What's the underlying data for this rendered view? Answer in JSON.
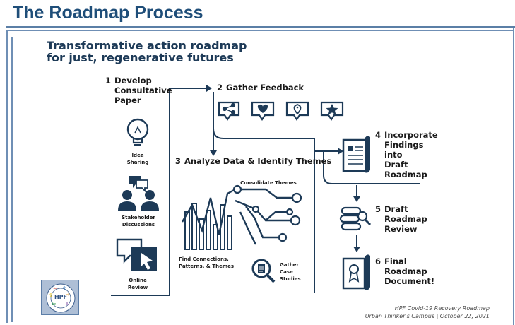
{
  "slide": {
    "title": "The Roadmap Process"
  },
  "heading": {
    "line1": "Transformative action roadmap",
    "line2": "for just, regenerative futures"
  },
  "steps": [
    {
      "num": "1",
      "lines": [
        "Develop",
        "Consultative",
        "Paper"
      ]
    },
    {
      "num": "2",
      "lines": [
        "Gather Feedback"
      ]
    },
    {
      "num": "3",
      "lines": [
        "Analyze Data & Identify Themes"
      ]
    },
    {
      "num": "4",
      "lines": [
        "Incorporate",
        "Findings",
        "into",
        "Draft",
        "Roadmap"
      ]
    },
    {
      "num": "5",
      "lines": [
        "Draft",
        "Roadmap",
        "Review"
      ]
    },
    {
      "num": "6",
      "lines": [
        "Final",
        "Roadmap",
        "Document!"
      ]
    }
  ],
  "step1_items": [
    {
      "icon": "lightbulb-icon",
      "lines": [
        "Idea",
        "Sharing"
      ]
    },
    {
      "icon": "people-discussion-icon",
      "lines": [
        "Stakeholder",
        "Discussions"
      ]
    },
    {
      "icon": "online-chat-icon",
      "lines": [
        "Online",
        "Review"
      ]
    }
  ],
  "feedback_icons": [
    "share-icon",
    "heart-icon",
    "location-pin-icon",
    "star-icon"
  ],
  "step3_labels": {
    "consolidate": "Consolidate Themes",
    "connections": [
      "Find Connections,",
      "Patterns, & Themes"
    ],
    "case_studies": [
      "Gather",
      "Case",
      "Studies"
    ]
  },
  "step4_icon": "document-icon",
  "step5_icon": "books-magnifier-icon",
  "step6_icon": "certificate-icon",
  "logo": {
    "text": "HPF",
    "icon": "hpf-logo-icon"
  },
  "footer": {
    "line1": "HPF Covid-19 Recovery Roadmap",
    "line2": "Urban Thinker's Campus | October 22, 2021"
  },
  "colors": {
    "navy": "#1d3a57",
    "title_blue": "#1f4e79",
    "frame": "#6f8fb5"
  }
}
